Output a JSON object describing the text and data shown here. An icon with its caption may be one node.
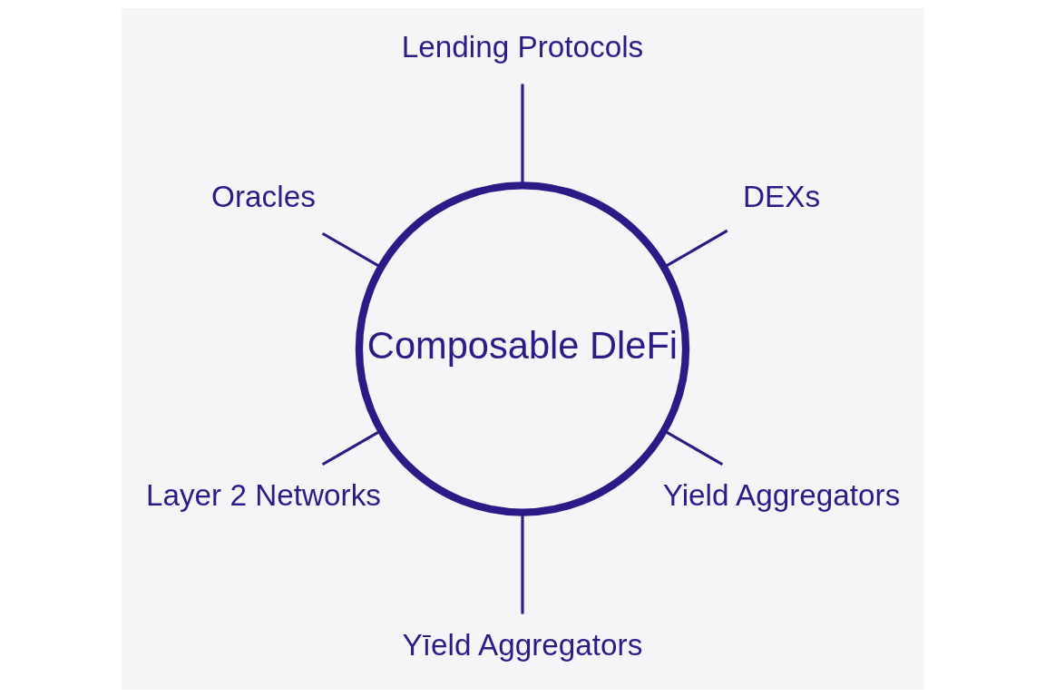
{
  "diagram": {
    "nodes": [
      {
        "text": [
          "Composable DleFi"
        ]
      },
      {
        "text": [
          "DEXs"
        ]
      },
      {
        "text": [
          "Lending Protocols"
        ]
      },
      {
        "text": [
          "Oracles"
        ]
      },
      {
        "text": [
          "Layer 2 Networks"
        ]
      },
      {
        "text": [
          "Yīeld Aggregators"
        ]
      },
      {
        "text": [
          "Yield Aggregators"
        ]
      }
    ],
    "edges": [
      {
        "from": 0,
        "to": 1,
        "arrow": "none"
      },
      {
        "from": 0,
        "to": 2,
        "arrow": "none"
      },
      {
        "from": 0,
        "to": 3,
        "arrow": "none"
      },
      {
        "from": 0,
        "to": 4,
        "arrow": "none"
      },
      {
        "from": 0,
        "to": 5,
        "arrow": "none"
      },
      {
        "from": 0,
        "to": 6,
        "arrow": "none"
      }
    ]
  }
}
